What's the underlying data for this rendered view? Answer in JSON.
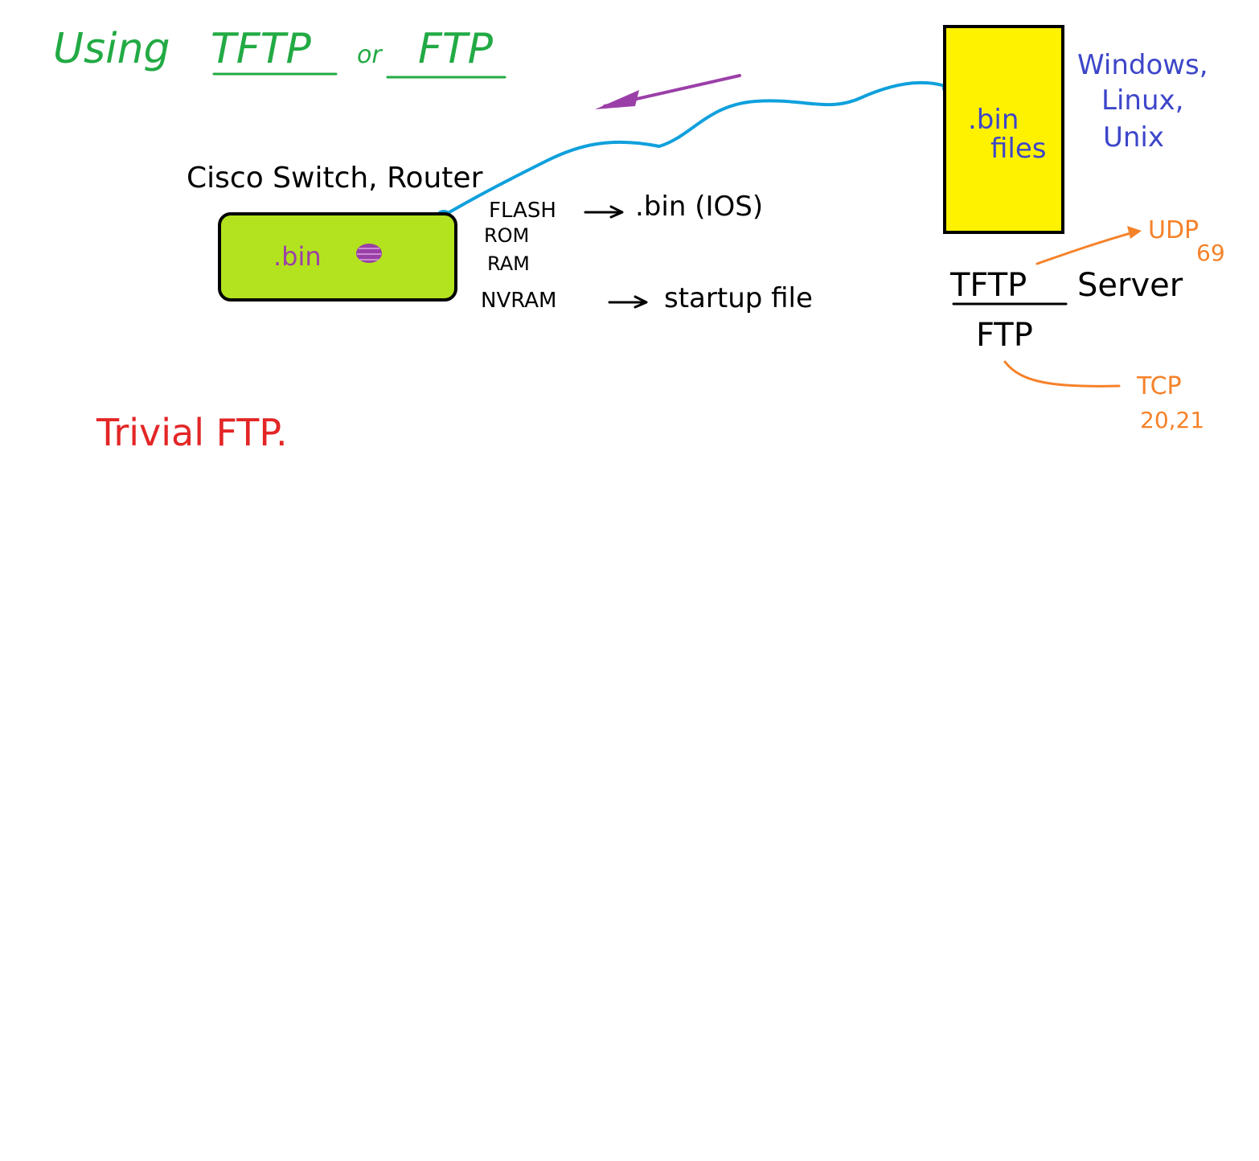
{
  "title": {
    "prefix": "Using",
    "proto_a": "TFTP",
    "joiner": "or",
    "proto_b": "FTP"
  },
  "switch": {
    "label": "Cisco Switch, Router",
    "box_text": ".bin"
  },
  "memory": {
    "flash": "FLASH",
    "flash_target": ".bin (IOS)",
    "rom": "ROM",
    "ram": "RAM",
    "nvram": "NVRAM",
    "nvram_target": "startup file"
  },
  "server": {
    "box_line1": ".bin",
    "box_line2": "files",
    "os_line1": "Windows,",
    "os_line2": "Linux,",
    "os_line3": "Unix",
    "tftp": "TFTP",
    "server_word": "Server",
    "ftp": "FTP"
  },
  "ports": {
    "udp": "UDP",
    "udp_port": "69",
    "tcp": "TCP",
    "tcp_ports": "20,21"
  },
  "note": "Trivial FTP.",
  "colors": {
    "green": "#22aa44",
    "black": "#000000",
    "lime": "#b3e31e",
    "yellow": "#fff200",
    "purple": "#9b3fa8",
    "blue": "#3d46c9",
    "cyan": "#0fa0dc",
    "orange": "#f5822a",
    "red": "#e32626"
  }
}
